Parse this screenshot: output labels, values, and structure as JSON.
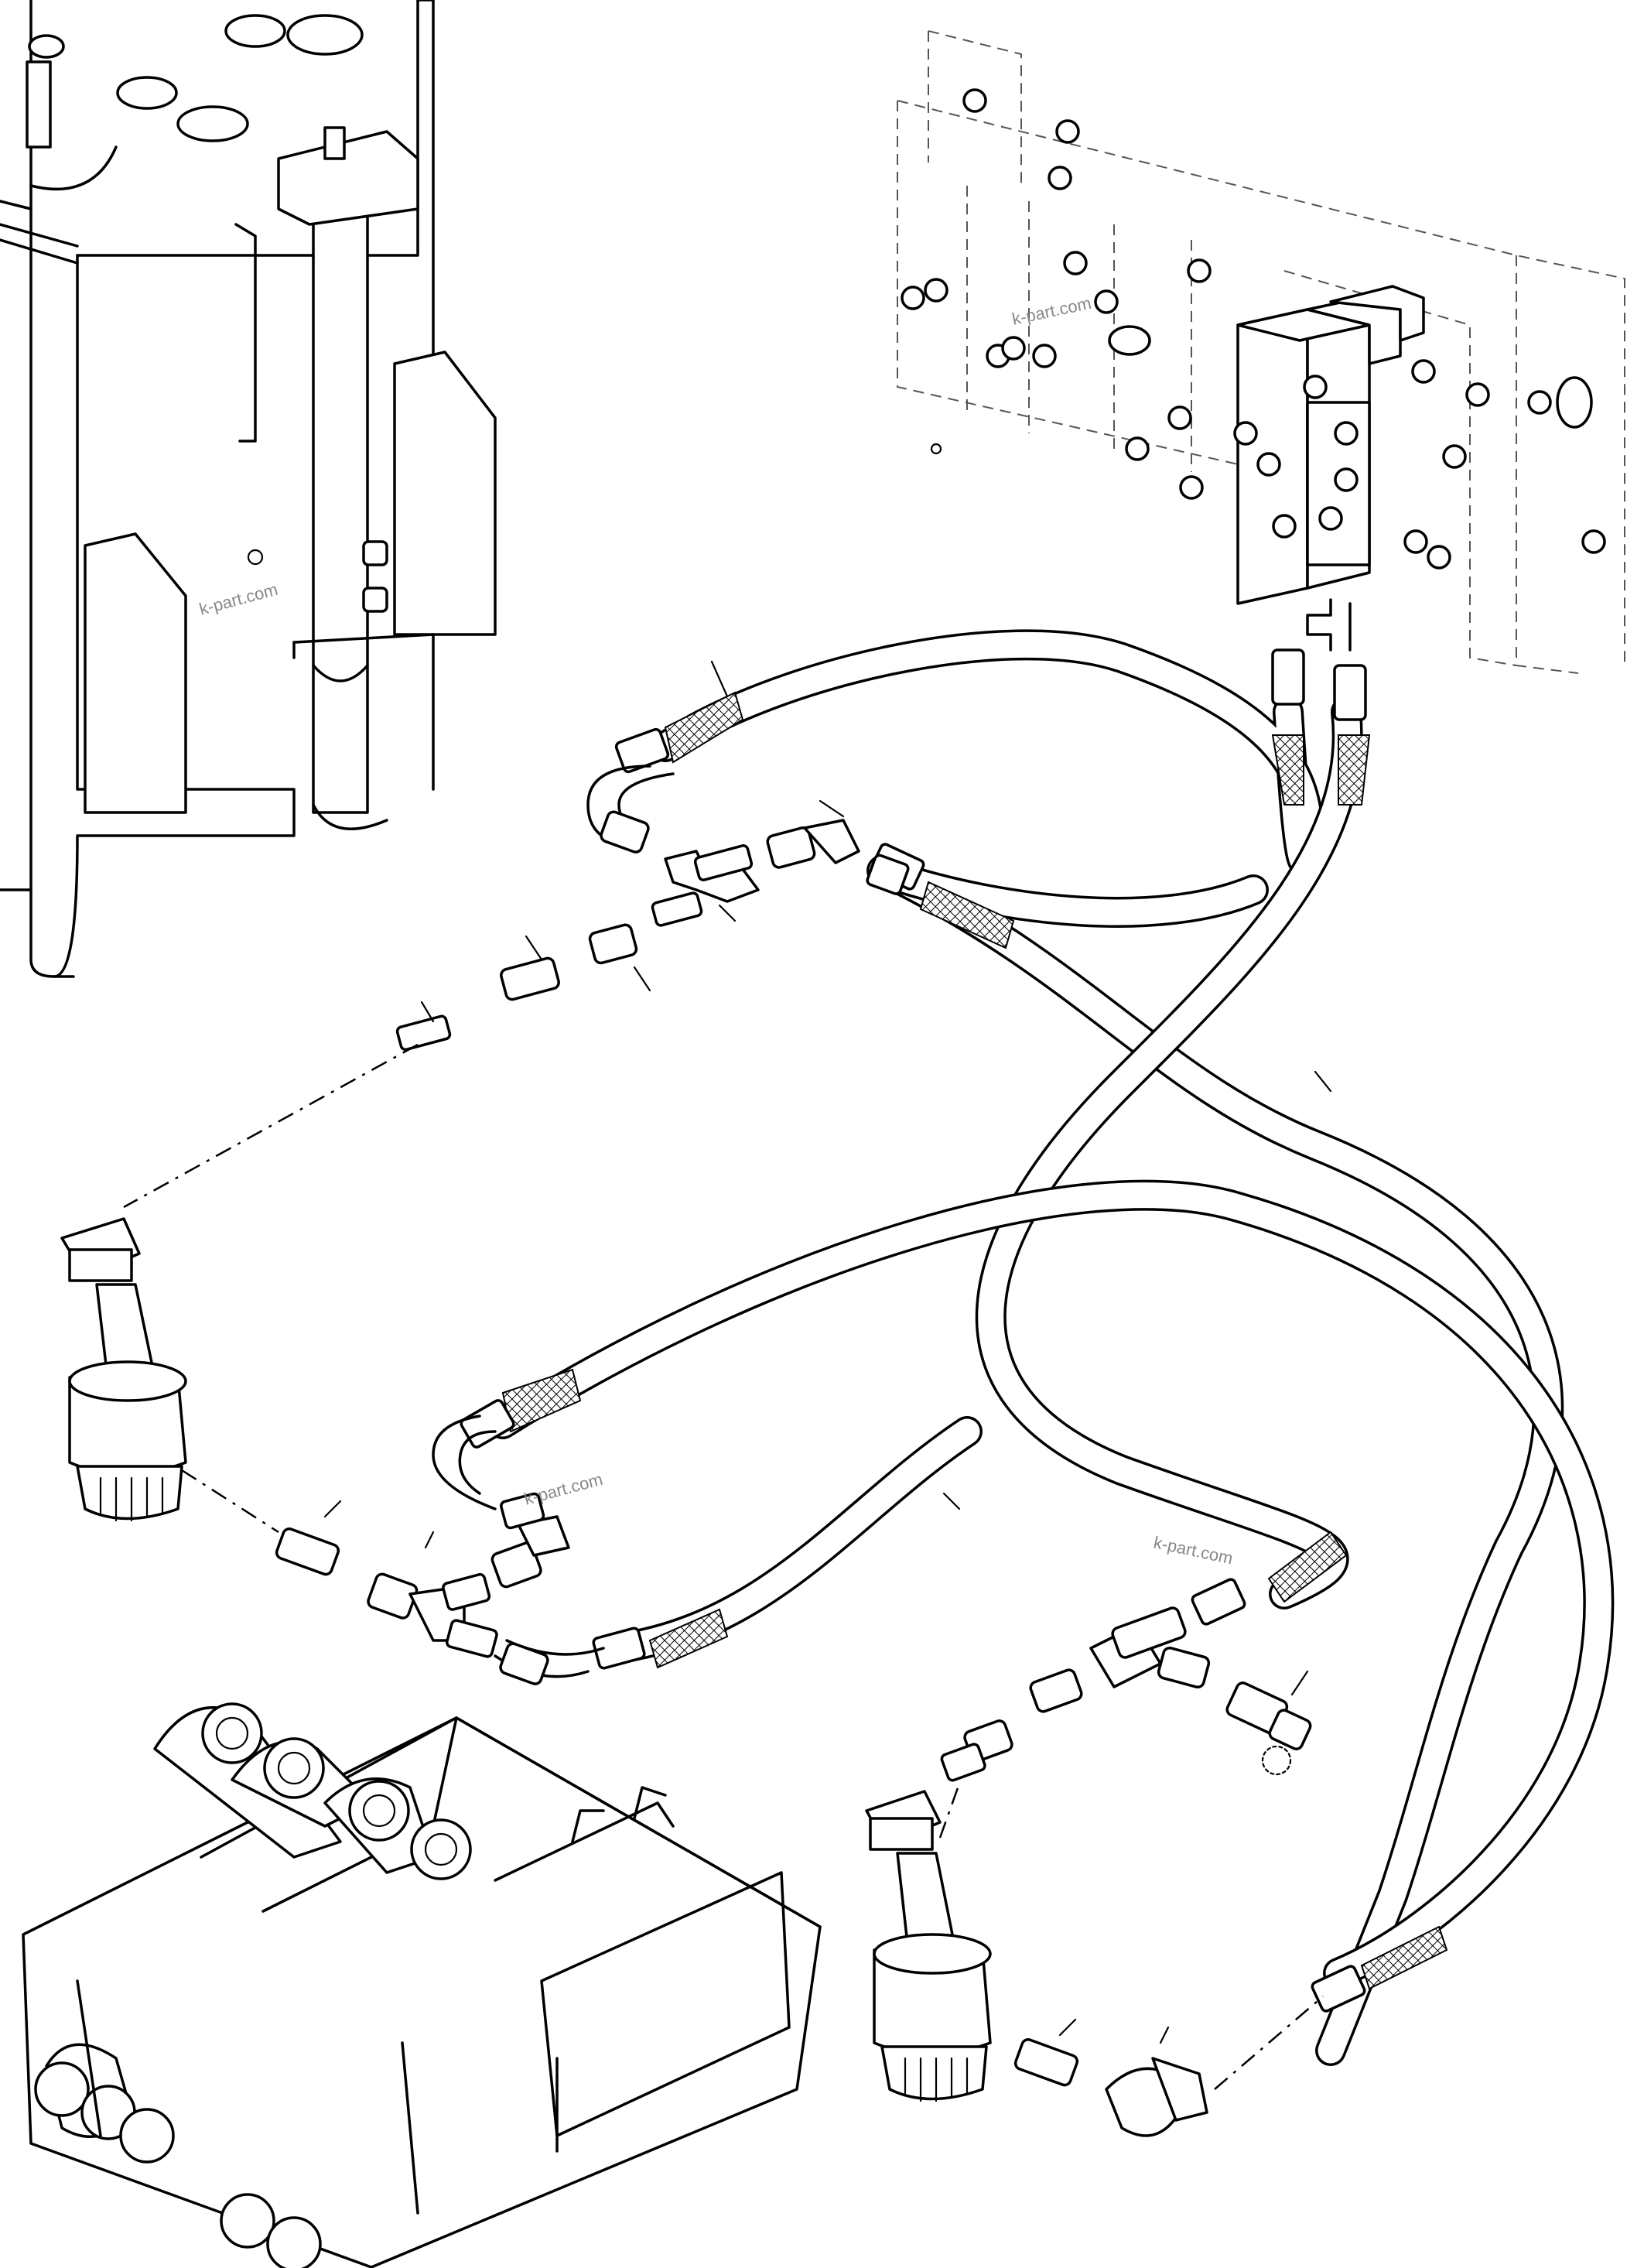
{
  "watermarks": [
    "k-part.com",
    "k-part.com",
    "k-part.com",
    "k-part.com"
  ],
  "icons": {
    "hydraulic_tank": "hydraulic-tank-icon",
    "control_valve": "control-valve-block-icon",
    "pilot_valve_left": "pilot-valve-icon",
    "pilot_valve_right": "pilot-valve-icon",
    "bucket_frame": "bucket-frame-icon",
    "hoses": "hydraulic-hose-icon",
    "fittings": "fitting-icon",
    "dust_cap": "dust-cap-chain-icon"
  }
}
